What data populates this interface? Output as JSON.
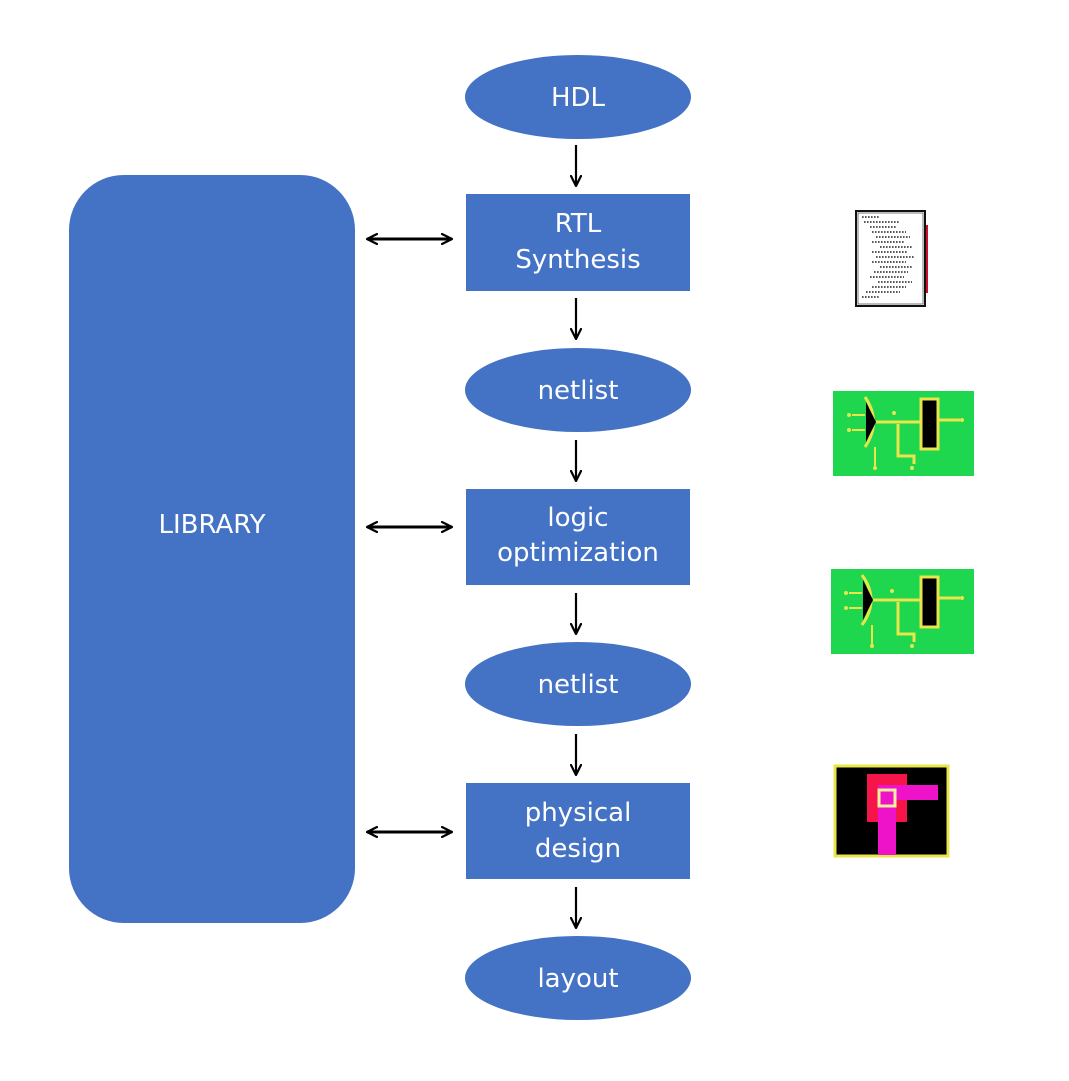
{
  "colors": {
    "node_fill": "#4472c4",
    "node_text": "#ffffff",
    "arrow": "#000000",
    "netlist_icon_bg": "#1fd64f",
    "netlist_icon_trace": "#e8e64a",
    "layout_icon_bg": "#000000",
    "layout_icon_red": "#f5154a",
    "layout_icon_magenta": "#ee12c8"
  },
  "library": {
    "label": "LIBRARY"
  },
  "flow": {
    "hdl": {
      "label": "HDL"
    },
    "rtl_synthesis": {
      "line1": "RTL",
      "line2": "Synthesis"
    },
    "netlist_1": {
      "label": "netlist"
    },
    "logic_optimization": {
      "line1": "logic",
      "line2": "optimization"
    },
    "netlist_2": {
      "label": "netlist"
    },
    "physical_design": {
      "line1": "physical",
      "line2": "design"
    },
    "layout": {
      "label": "layout"
    }
  },
  "icons": {
    "rtl": "document-text-icon",
    "netlist_1": "schematic-icon",
    "netlist_2": "schematic-icon",
    "layout": "layout-polygon-icon"
  }
}
